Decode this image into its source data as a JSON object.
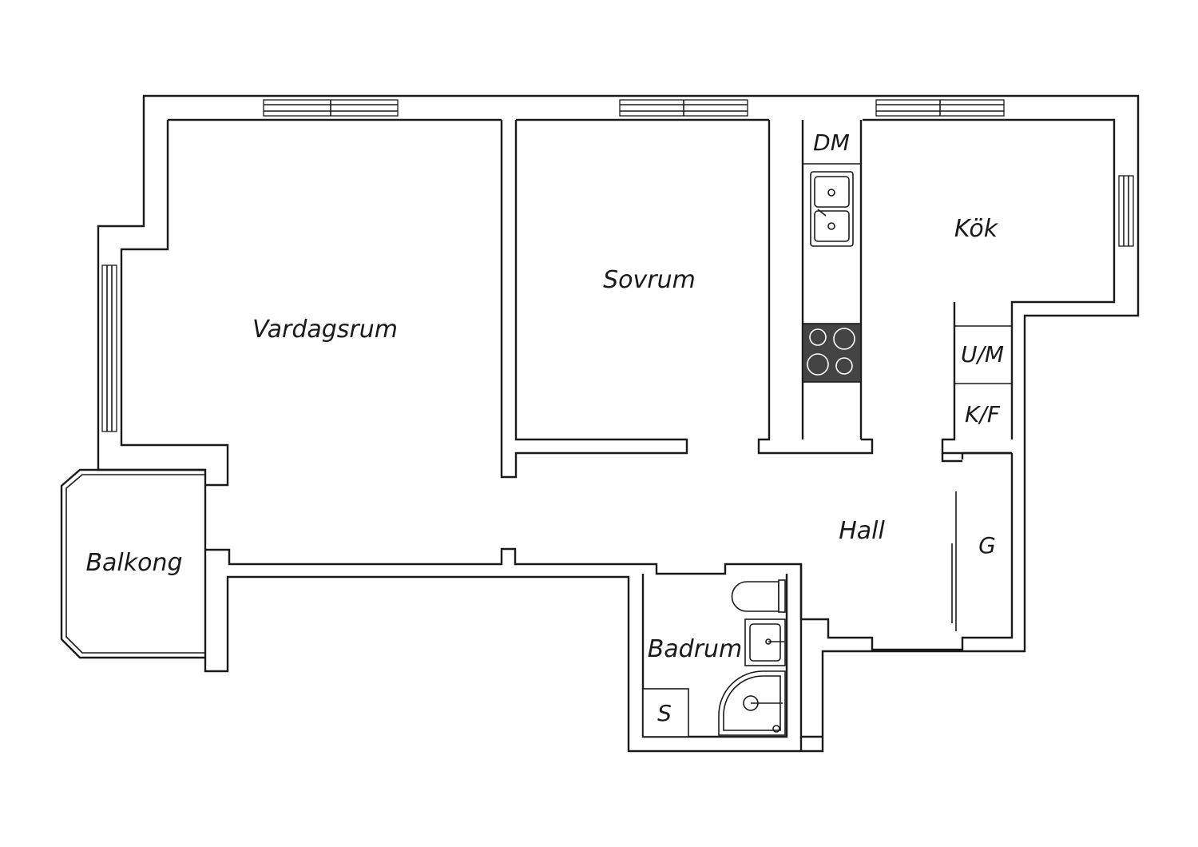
{
  "rooms": {
    "vardagsrum": "Vardagsrum",
    "sovrum": "Sovrum",
    "kok": "Kök",
    "hall": "Hall",
    "badrum": "Badrum",
    "balkong": "Balkong"
  },
  "fixtures": {
    "dm": "DM",
    "um": "U/M",
    "kf": "K/F",
    "g": "G",
    "s": "S"
  },
  "colors": {
    "line": "#1a1a1a",
    "stove": "#444444",
    "background": "#ffffff"
  }
}
